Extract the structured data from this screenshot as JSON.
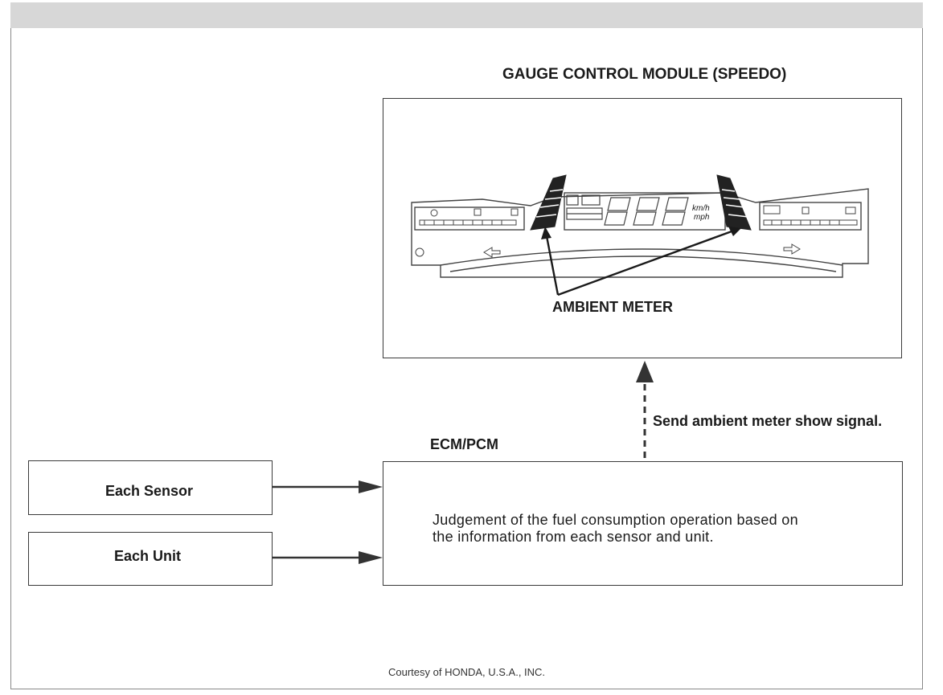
{
  "gauge_title": "GAUGE CONTROL MODULE (SPEEDO)",
  "ambient_label": "AMBIENT METER",
  "signal_label": "Send ambient meter show signal.",
  "ecm_label": "ECM/PCM",
  "sensor_label": "Each Sensor",
  "unit_label": "Each Unit",
  "ecm_text_line1": "Judgement of the fuel consumption operation based on",
  "ecm_text_line2": "the information from each sensor and unit.",
  "speed_units_1": "km/h",
  "speed_units_2": "mph",
  "credit": "Courtesy of HONDA, U.S.A., INC."
}
